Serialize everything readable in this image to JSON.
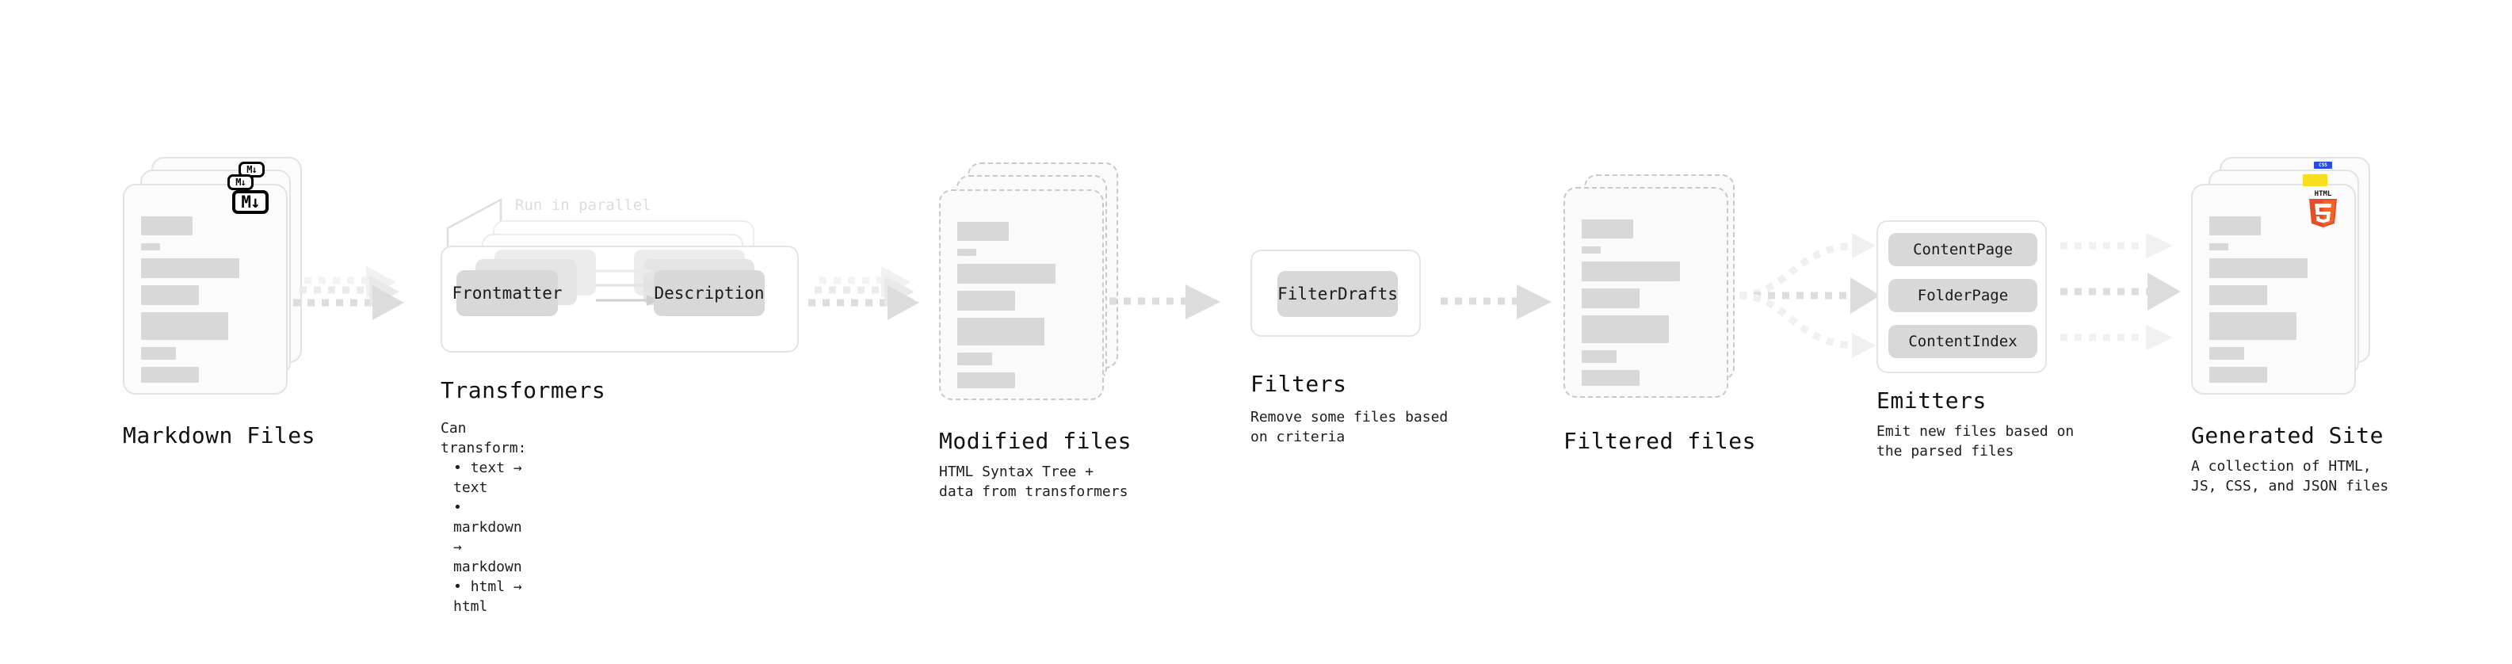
{
  "diagram": {
    "title": "Quartz build pipeline",
    "type": "pipeline-flow",
    "colors": {
      "background": "#ffffff",
      "card_fill": "#fbfbfb",
      "card_border": "#e3e3e3",
      "placeholder_bar": "#d8d8d8",
      "pill_fill": "#d8d8d8",
      "arrow": "#d5d5d5",
      "text": "#161616",
      "muted_text": "#dcdcdc",
      "html5_orange": "#e44d26",
      "html5_orange_light": "#f16529",
      "js_yellow": "#f7df1e",
      "css_blue": "#264de4",
      "markdown_black": "#000000"
    }
  },
  "stages": [
    {
      "id": "markdown-files",
      "title": "Markdown Files",
      "description": "",
      "kind": "file-stack",
      "badge": "markdown-icon",
      "badge_label": "M",
      "stack_count": 3,
      "border_style": "solid"
    },
    {
      "id": "transformers",
      "title": "Transformers",
      "kind": "process",
      "annotation": "Run in parallel",
      "stack_count": 3,
      "items": [
        "Frontmatter",
        "Description"
      ],
      "description_heading": "Can transform:",
      "description_bullets": [
        "text → text",
        "markdown → markdown",
        "html → html"
      ]
    },
    {
      "id": "modified-files",
      "title": "Modified files",
      "description": "HTML Syntax Tree +\ndata from transformers",
      "kind": "file-stack",
      "badge": null,
      "stack_count": 3,
      "border_style": "dashed"
    },
    {
      "id": "filters",
      "title": "Filters",
      "kind": "process",
      "items": [
        "FilterDrafts"
      ],
      "description": "Remove some files based\non criteria"
    },
    {
      "id": "filtered-files",
      "title": "Filtered files",
      "description": "",
      "kind": "file-stack",
      "badge": null,
      "stack_count": 2,
      "border_style": "dashed"
    },
    {
      "id": "emitters",
      "title": "Emitters",
      "kind": "process",
      "items": [
        "ContentPage",
        "FolderPage",
        "ContentIndex"
      ],
      "description": "Emit new files based on\nthe parsed files"
    },
    {
      "id": "generated-site",
      "title": "Generated Site",
      "description": "A collection of HTML,\nJS, CSS, and JSON files",
      "kind": "file-stack",
      "badge": "html5-icon",
      "badge_stack": [
        "css-icon",
        "js-icon",
        "html5-icon"
      ],
      "badge_labels": {
        "html5": "HTML",
        "html5_digit": "5",
        "css": "CSS"
      },
      "stack_count": 3,
      "border_style": "solid"
    }
  ],
  "connectors": [
    {
      "id": "arrow-markdown-to-transformers",
      "style": "dashed-triple",
      "direction": "right"
    },
    {
      "id": "arrow-transformers-to-modified",
      "style": "dashed-triple",
      "direction": "right"
    },
    {
      "id": "arrow-modified-to-filters",
      "style": "dashed-single",
      "direction": "right"
    },
    {
      "id": "arrow-filters-to-filtered",
      "style": "dashed-single",
      "direction": "right"
    },
    {
      "id": "arrow-filtered-to-emitters",
      "style": "dashed-fan-in",
      "direction": "right"
    },
    {
      "id": "arrow-emitters-to-site",
      "style": "dashed-fan-out",
      "direction": "right"
    }
  ]
}
